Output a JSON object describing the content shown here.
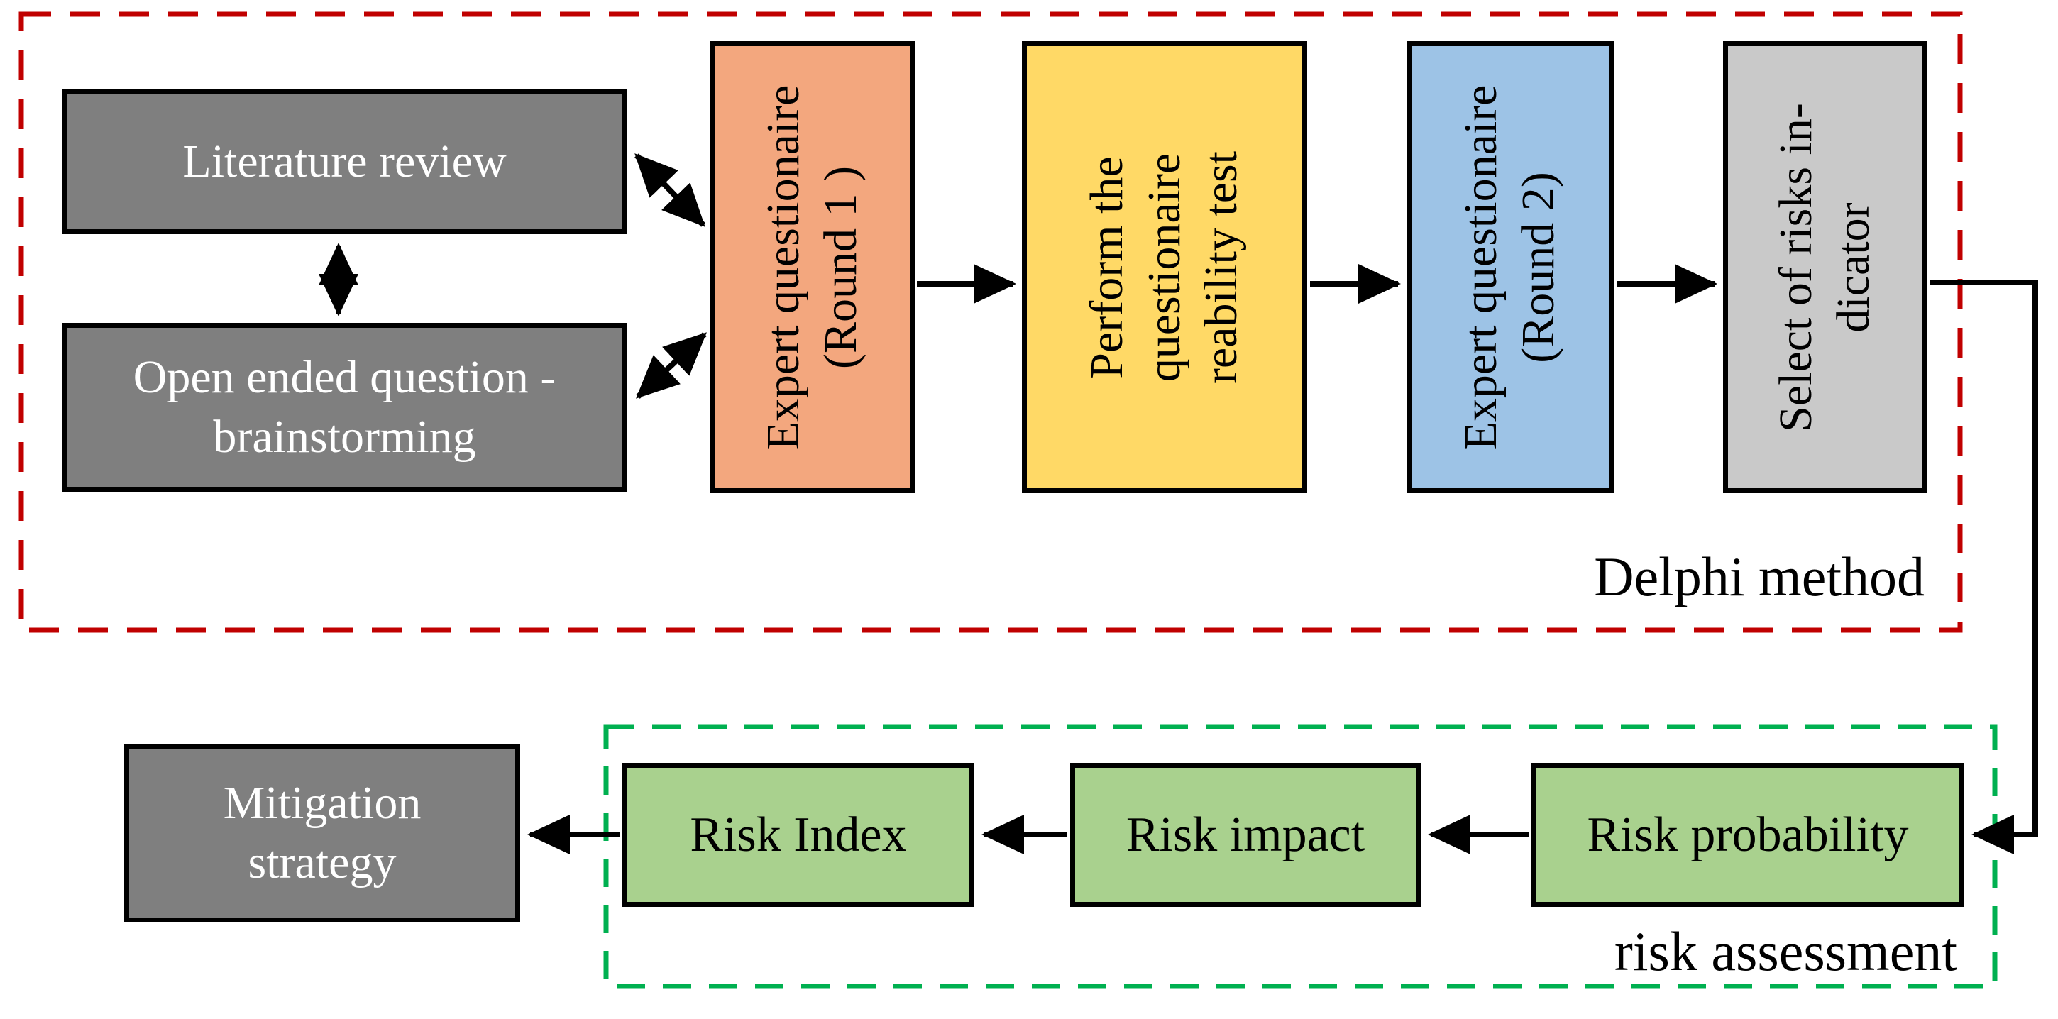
{
  "figure": {
    "type": "flowchart",
    "background_color": "#FFFFFF",
    "arrow_color": "#000000"
  },
  "delphi_section": {
    "label": "Delphi method",
    "border_color": "#C00000",
    "border_style": "dashed",
    "boxes": {
      "literature": {
        "text": "Literature review",
        "fill": "#7F7F7F",
        "text_color": "#FFFFFF"
      },
      "open_ended": {
        "line1": "Open ended question -",
        "line2": "brainstorming",
        "fill": "#7F7F7F",
        "text_color": "#FFFFFF"
      },
      "expert_q1": {
        "line1": "Expert questionaire",
        "line2": "(Round 1 )",
        "fill": "#F3A77E",
        "text_color": "#000000",
        "text_rotation_deg": -90
      },
      "reliability_test": {
        "line1": "Perform the",
        "line2": "questionaire",
        "line3": "reability test",
        "fill": "#FFD966",
        "text_color": "#000000",
        "text_rotation_deg": -90
      },
      "expert_q2": {
        "line1": "Expert questionaire",
        "line2": "(Round 2)",
        "fill": "#9DC3E6",
        "text_color": "#000000",
        "text_rotation_deg": -90
      },
      "select_risks": {
        "line1": "Select of risks in-",
        "line2": "dicator",
        "fill": "#C9C9C9",
        "text_color": "#000000",
        "text_rotation_deg": -90
      }
    }
  },
  "assessment_section": {
    "label": "risk assessment",
    "border_color": "#00B050",
    "border_style": "dashed",
    "boxes": {
      "risk_probability": {
        "text": "Risk probability",
        "fill": "#A9D18E",
        "text_color": "#000000"
      },
      "risk_impact": {
        "text": "Risk impact",
        "fill": "#A9D18E",
        "text_color": "#000000"
      },
      "risk_index": {
        "text": "Risk Index",
        "fill": "#A9D18E",
        "text_color": "#000000"
      }
    }
  },
  "mitigation_box": {
    "line1": "Mitigation",
    "line2": "strategy",
    "fill": "#7F7F7F",
    "text_color": "#FFFFFF"
  }
}
